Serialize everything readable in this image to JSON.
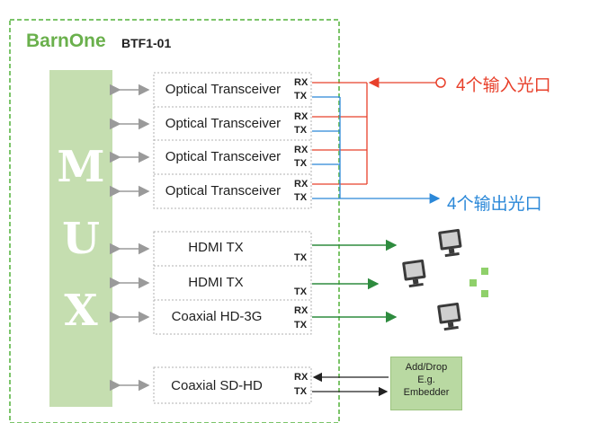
{
  "header": {
    "brand": "BarnOne",
    "model": "BTF1-01"
  },
  "mux": {
    "letters": [
      "M",
      "U",
      "X"
    ]
  },
  "optical_modules": [
    {
      "label": "Optical Transceiver",
      "rx": "RX",
      "tx": "TX"
    },
    {
      "label": "Optical Transceiver",
      "rx": "RX",
      "tx": "TX"
    },
    {
      "label": "Optical Transceiver",
      "rx": "RX",
      "tx": "TX"
    },
    {
      "label": "Optical Transceiver",
      "rx": "RX",
      "tx": "TX"
    }
  ],
  "video_modules": [
    {
      "label": "HDMI TX",
      "ports": [
        "TX"
      ]
    },
    {
      "label": "HDMI TX",
      "ports": [
        "TX"
      ]
    },
    {
      "label": "Coaxial HD-3G",
      "ports": [
        "RX",
        "TX"
      ]
    },
    {
      "label": "Coaxial SD-HD",
      "ports": [
        "RX",
        "TX"
      ]
    }
  ],
  "annotations": {
    "optical_inputs": "4个输入光口",
    "optical_outputs": "4个输出光口"
  },
  "embedder": {
    "lines": [
      "Add/Drop",
      "E.g.",
      "Embedder"
    ]
  },
  "colors": {
    "brand_green": "#6ab04c",
    "mux_fill": "#c5deb0",
    "input_red": "#e8402b",
    "output_blue": "#2b88d8",
    "signal_green": "#2e8b3e",
    "dashed_border": "#7cc46a"
  }
}
